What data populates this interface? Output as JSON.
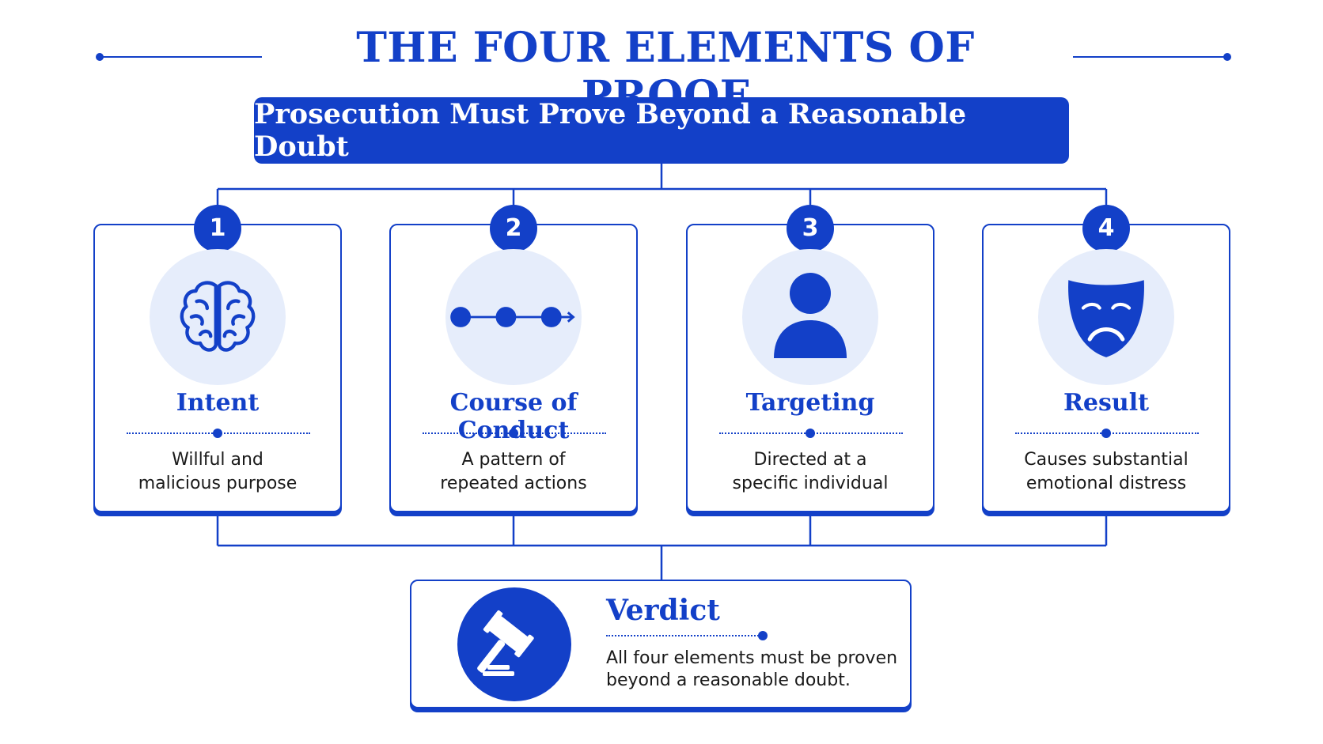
{
  "title": "THE FOUR ELEMENTS OF PROOF",
  "banner": "Prosecution Must Prove Beyond a Reasonable Doubt",
  "elements": [
    {
      "number": "1",
      "title": "Intent",
      "desc_line1": "Willful and",
      "desc_line2": "malicious purpose",
      "icon": "brain-icon"
    },
    {
      "number": "2",
      "title": "Course of Conduct",
      "desc_line1": "A pattern of",
      "desc_line2": "repeated actions",
      "icon": "sequence-arrow-icon"
    },
    {
      "number": "3",
      "title": "Targeting",
      "desc_line1": "Directed at a",
      "desc_line2": "specific individual",
      "icon": "person-icon"
    },
    {
      "number": "4",
      "title": "Result",
      "desc_line1": "Causes substantial",
      "desc_line2": "emotional distress",
      "icon": "sad-mask-icon"
    }
  ],
  "verdict": {
    "title": "Verdict",
    "desc": "All four elements must be proven beyond a reasonable doubt.",
    "icon": "gavel-icon"
  },
  "colors": {
    "accent": "#1340c8",
    "icon_bg": "#e6edfb"
  }
}
